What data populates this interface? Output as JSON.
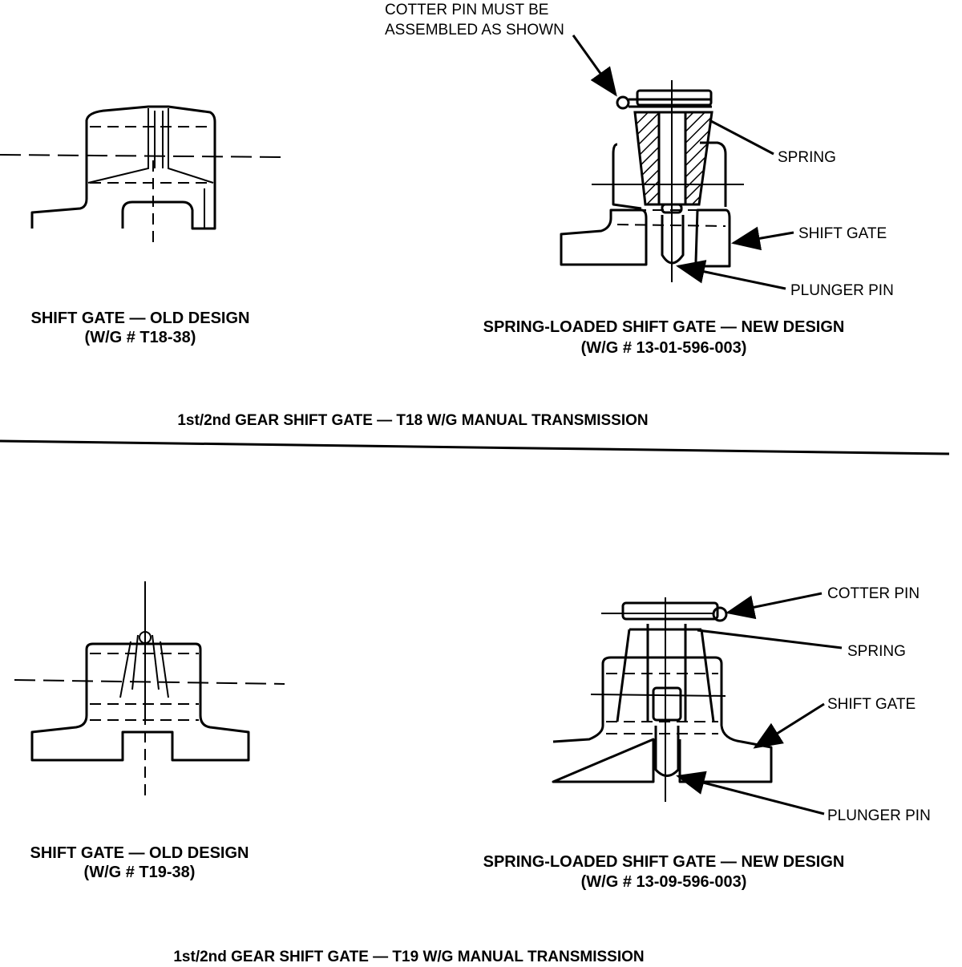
{
  "top_section": {
    "old_design": {
      "caption": "SHIFT GATE — OLD DESIGN",
      "part": "(W/G # T18-38)"
    },
    "new_design": {
      "caption": "SPRING-LOADED SHIFT GATE — NEW DESIGN",
      "part": "(W/G # 13-01-596-003)",
      "callouts": {
        "cotter_line1": "COTTER PIN MUST BE",
        "cotter_line2": "ASSEMBLED AS SHOWN",
        "spring": "SPRING",
        "shift_gate": "SHIFT GATE",
        "plunger_pin": "PLUNGER PIN"
      }
    },
    "title": "1st/2nd GEAR SHIFT GATE — T18 W/G MANUAL TRANSMISSION"
  },
  "bottom_section": {
    "old_design": {
      "caption": "SHIFT GATE — OLD DESIGN",
      "part": "(W/G # T19-38)"
    },
    "new_design": {
      "caption": "SPRING-LOADED SHIFT GATE — NEW DESIGN",
      "part": "(W/G # 13-09-596-003)",
      "callouts": {
        "cotter_pin": "COTTER PIN",
        "spring": "SPRING",
        "shift_gate": "SHIFT GATE",
        "plunger_pin": "PLUNGER PIN"
      }
    },
    "title": "1st/2nd GEAR SHIFT GATE — T19 W/G MANUAL TRANSMISSION"
  }
}
